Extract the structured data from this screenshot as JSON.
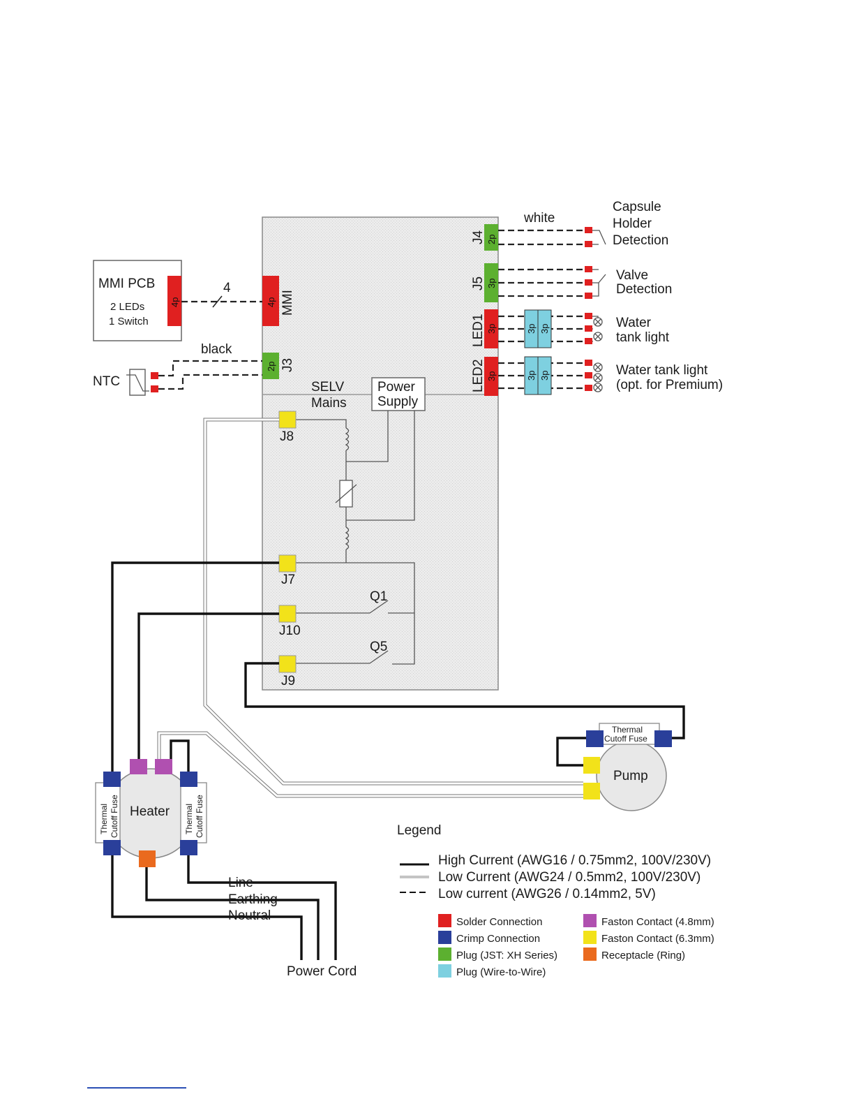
{
  "labels": {
    "white": "white",
    "black": "black",
    "four": "4",
    "capsule_1": "Capsule",
    "capsule_2": "Holder",
    "capsule_3": "Detection",
    "valve_1": "Valve",
    "valve_2": "Detection",
    "water_1": "Water",
    "water_2": "tank light",
    "water_premium_1": "Water tank light",
    "water_premium_2": "(opt. for Premium)",
    "mmi_pcb": "MMI PCB",
    "mmi_leds": "2 LEDs",
    "mmi_switch": "1 Switch",
    "ntc": "NTC",
    "selv": "SELV",
    "mains": "Mains",
    "ps_1": "Power",
    "ps_2": "Supply",
    "q1": "Q1",
    "q5": "Q5",
    "heater": "Heater",
    "pump": "Pump",
    "thermal_1": "Thermal",
    "thermal_2": "Cutoff Fuse",
    "line": "Line",
    "earthing": "Earthing",
    "neutral": "Neutral",
    "power_cord": "Power Cord",
    "legend_title": "Legend"
  },
  "connectors": {
    "j4": "J4",
    "j5": "J5",
    "j3": "J3",
    "led1": "LED1",
    "led2": "LED2",
    "mmi": "MMI",
    "j8": "J8",
    "j7": "J7",
    "j10": "J10",
    "j9": "J9",
    "p2": "2p",
    "p3": "3p",
    "p4": "4p"
  },
  "legend": {
    "wires": [
      {
        "style": "solid",
        "label": "High Current (AWG16 / 0.75mm2, 100V/230V)"
      },
      {
        "style": "thin",
        "label": "Low Current (AWG24 / 0.5mm2, 100V/230V)"
      },
      {
        "style": "dashed",
        "label": "Low current (AWG26 / 0.14mm2, 5V)"
      }
    ],
    "connector_types": [
      {
        "color": "#e02020",
        "label": "Solder Connection"
      },
      {
        "color": "#2a3f9a",
        "label": "Crimp Connection"
      },
      {
        "color": "#5cb030",
        "label": "Plug (JST: XH Series)"
      },
      {
        "color": "#7ed0e0",
        "label": "Plug (Wire-to-Wire)"
      },
      {
        "color": "#b050b0",
        "label": "Faston Contact (4.8mm)"
      },
      {
        "color": "#f2e21a",
        "label": "Faston Contact (6.3mm)"
      },
      {
        "color": "#ea6a1e",
        "label": "Receptacle (Ring)"
      }
    ]
  },
  "colors": {
    "solder": "#e02020",
    "crimp": "#2a3f9a",
    "jst": "#5cb030",
    "wire_to_wire": "#7ed0e0",
    "faston_48": "#b050b0",
    "faston_63": "#f2e21a",
    "ring": "#ea6a1e",
    "board": "#e6e6e6"
  }
}
